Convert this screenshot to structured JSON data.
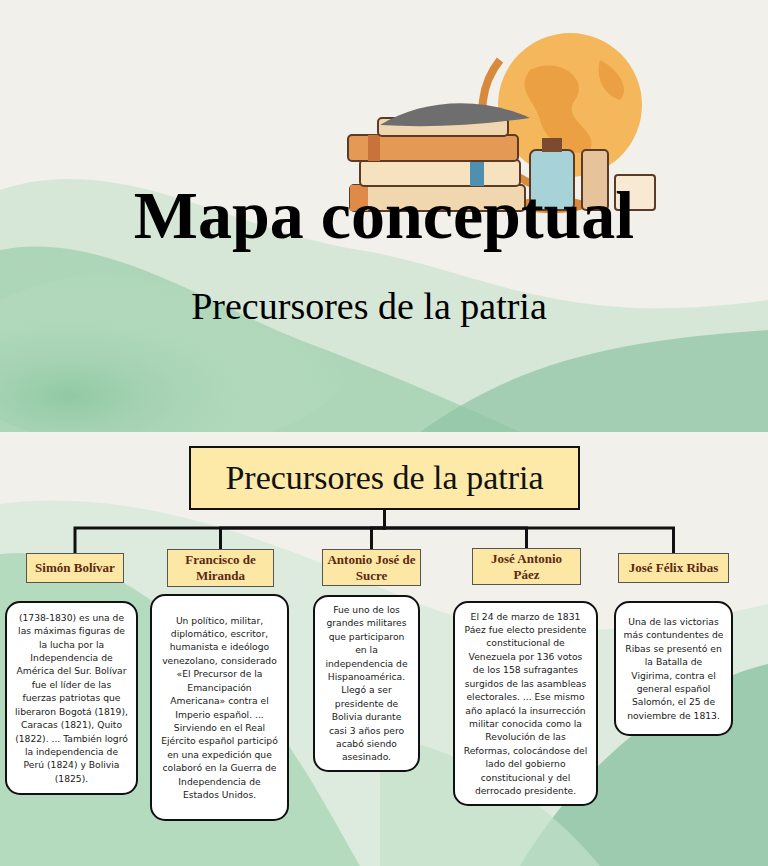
{
  "diagram": {
    "title": "Mapa conceptual",
    "nodes": [
      {
        "text": [
          "Precursores de la patria"
        ]
      },
      {
        "text": [
          "Simón Bolívar"
        ]
      },
      {
        "text": [
          "(1738-1830) es una de las máximas figuras de la lucha por la Independencia de América del Sur. Bolívar fue el líder de las fuerzas patriotas que liberaron Bogotá (1819), Caracas (1821), Quito (1822). ... También logró la independencia de Perú (1824) y Bolivia (1825)."
        ]
      },
      {
        "text": [
          "Francisco de Miranda"
        ]
      },
      {
        "text": [
          "Un político, militar, diplomático, escritor, humanista e ideólogo venezolano, considerado «El Precursor de la Emancipación Americana» contra el Imperio español. ... Sirviendo en el Real Ejército español participó en una expedición que colaboró en la Guerra de Independencia de Estados Unidos."
        ]
      },
      {
        "text": [
          "Antonio José de Sucre"
        ]
      },
      {
        "text": [
          "Fue uno de los grandes militares que participaron en la independencia de Hispanoamérica. Llegó a ser presidente de Bolivia durante casi 3 años pero acabó siendo asesinado."
        ]
      },
      {
        "text": [
          "José Antonio Páez"
        ]
      },
      {
        "text": [
          "El 24 de marzo de 1831 Páez fue electo presidente constitucional de Venezuela por 136 votos de los 158 sufragantes surgidos de las asambleas electorales. ... Ese mismo año aplacó la insurrección militar conocida como la Revolución de las Reformas, colocándose del lado del gobierno constitucional y del derrocado presidente."
        ]
      },
      {
        "text": [
          "José Félix Ribas"
        ]
      },
      {
        "text": [
          "Una de las victorias más contundentes de Ribas se presentó en la Batalla de Vigirima, contra el general español Salomón, el 25 de noviembre de 1813."
        ]
      }
    ],
    "edges": [
      {
        "from": 0,
        "to": 1,
        "arrow": "none"
      },
      {
        "from": 0,
        "to": 3,
        "arrow": "none"
      },
      {
        "from": 0,
        "to": 5,
        "arrow": "none"
      },
      {
        "from": 0,
        "to": 7,
        "arrow": "none"
      },
      {
        "from": 0,
        "to": 9,
        "arrow": "none"
      }
    ],
    "labels": [
      "Precursores de la patria"
    ]
  }
}
